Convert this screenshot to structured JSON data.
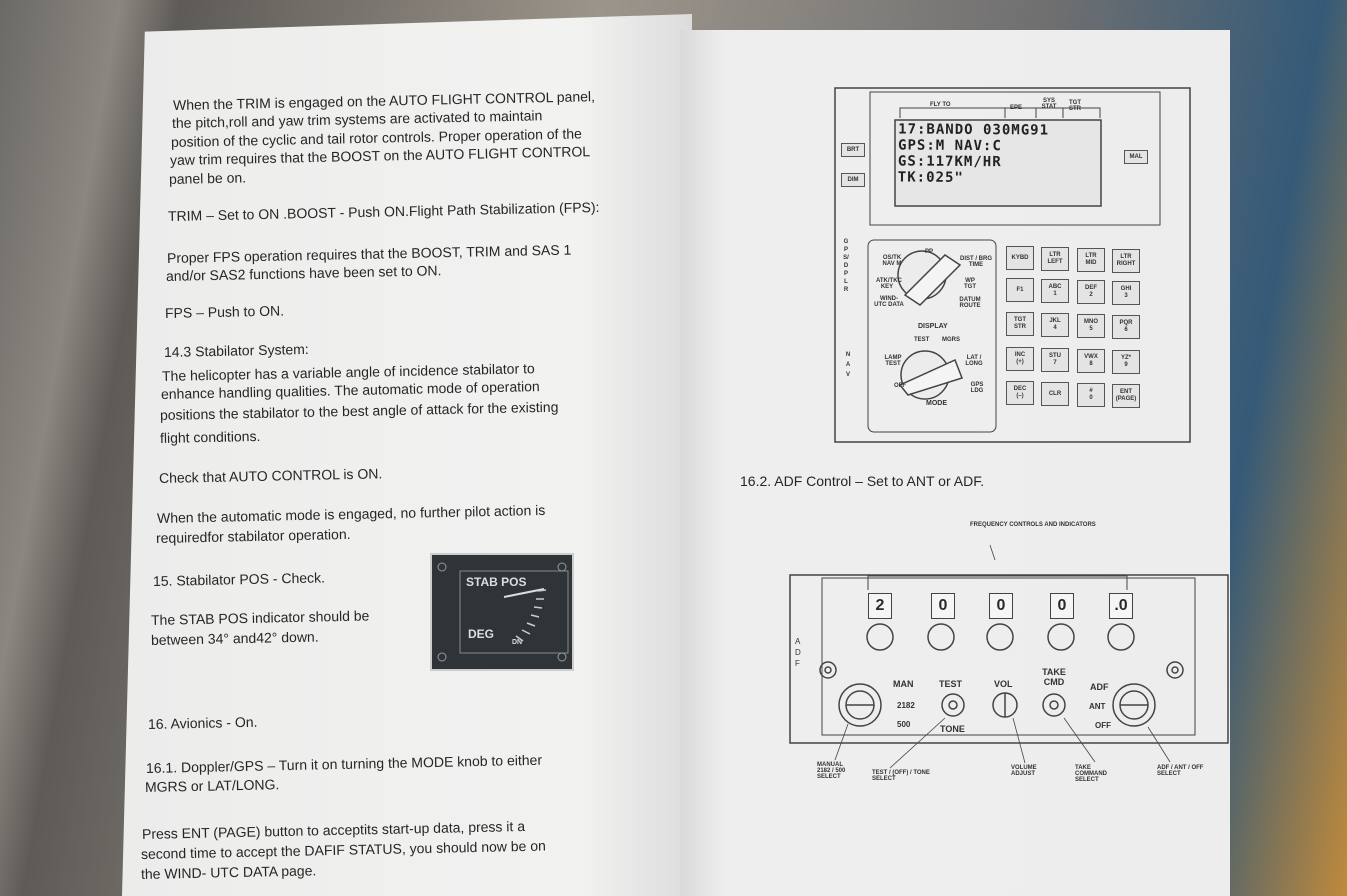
{
  "left_page": {
    "lines": [
      "When the TRIM is engaged on the AUTO FLIGHT CONTROL panel,",
      "the pitch,roll and yaw trim systems are activated to maintain",
      "position of the cyclic and tail rotor controls. Proper operation of the",
      "yaw trim requires that the BOOST on the AUTO FLIGHT CONTROL",
      "panel be on.",
      "TRIM – Set to ON .BOOST - Push ON.Flight Path Stabilization (FPS):",
      "Proper FPS operation requires that the BOOST, TRIM and SAS 1",
      "and/or SAS2 functions have been set to ON.",
      "FPS – Push to ON.",
      "14.3 Stabilator System:",
      "The helicopter has a variable angle of incidence stabilator to",
      "enhance handling qualities. The automatic mode of operation",
      "positions the stabilator to the best angle of attack for the existing",
      "flight conditions.",
      "Check that AUTO CONTROL is ON.",
      "When the automatic mode is engaged, no further pilot action is",
      "requiredfor stabilator operation.",
      "15. Stabilator POS - Check.",
      "The STAB POS indicator should be",
      "between 34° and42° down.",
      "16. Avionics - On.",
      "16.1. Doppler/GPS – Turn it on turning the MODE knob to either",
      "MGRS or LAT/LONG.",
      "Press ENT (PAGE) button to acceptits start-up data, press it a",
      "second time to accept the DAFIF STATUS, you should now be on",
      "the WIND- UTC DATA page."
    ],
    "stab_indicator": {
      "label_top": "STAB POS",
      "label_bottom": "DEG",
      "dn": "DN"
    }
  },
  "cdu": {
    "display_lines": [
      "17:BANDO 030MG91",
      "GPS:M NAV:C",
      "GS:117KM/HR",
      "TK:025\""
    ],
    "top_labels": [
      "FLY TO",
      "EPE",
      "SYS STAT",
      "TGT STR"
    ],
    "side_buttons": {
      "brt": "BRT",
      "dim": "DIM",
      "mal": "MAL"
    },
    "vertical_labels": {
      "gps_dplr": "GPS/DPLR",
      "nav": "NAV"
    },
    "display_knob": {
      "title": "DISPLAY",
      "positions": [
        "OS/TK NAV M",
        "PP",
        "DIST / BRG TIME",
        "ATK/TKC KEY",
        "WP TGT",
        "WIND-UTC DATA",
        "DATUM ROUTE"
      ]
    },
    "mode_knob": {
      "title": "MODE",
      "positions": [
        "TEST",
        "MGRS",
        "LAMP TEST",
        "LAT / LONG",
        "OFF",
        "GPS LDG"
      ]
    },
    "keys": [
      "KYBD",
      "LTR\nLEFT",
      "LTR\nMID",
      "LTR\nRIGHT",
      "F1",
      "ABC\n1",
      "DEF\n2",
      "GHI\n3",
      "TGT\nSTR",
      "JKL\n4",
      "MNO\n5",
      "PQR\n6",
      "INC\n(+)",
      "STU\n7",
      "VWX\n8",
      "YZ*\n9",
      "DEC\n(–)",
      "CLR",
      "#\n0",
      "ENT\n(PAGE)"
    ]
  },
  "right_page": {
    "caption": "16.2. ADF Control – Set to ANT or ADF."
  },
  "adf": {
    "header_label": "FREQUENCY CONTROLS AND INDICATORS",
    "digits": [
      "2",
      "0",
      "0",
      "0",
      ".0"
    ],
    "side_label": "ADF",
    "labels": {
      "man": "MAN",
      "f2182": "2182",
      "f500": "500",
      "test": "TEST",
      "tone": "TONE",
      "vol": "VOL",
      "take_cmd": "TAKE CMD",
      "adf": "ADF",
      "ant": "ANT",
      "off": "OFF"
    },
    "callouts": [
      "MANUAL\n2182 / 500\nSELECT",
      "TEST / (OFF) / TONE\nSELECT",
      "VOLUME\nADJUST",
      "TAKE\nCOMMAND\nSELECT",
      "ADF / ANT / OFF\nSELECT"
    ]
  }
}
